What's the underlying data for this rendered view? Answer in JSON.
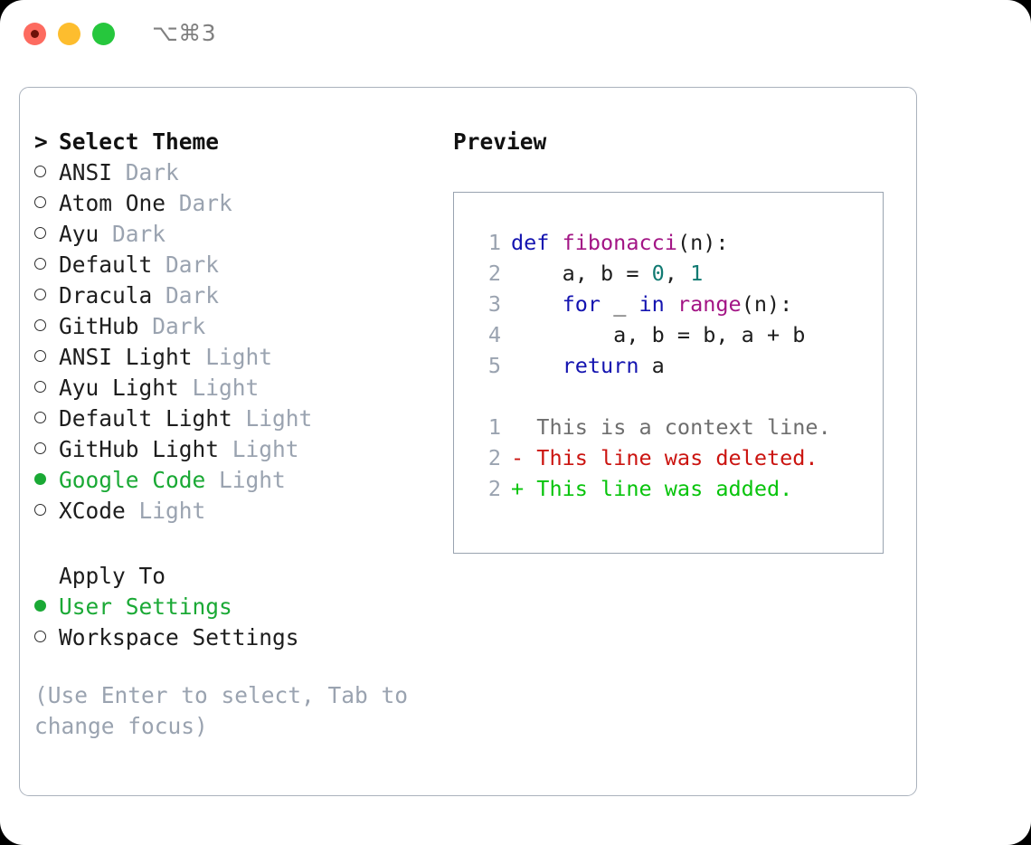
{
  "titlebar": {
    "shortcut": "⌥⌘3",
    "controls": [
      {
        "name": "close",
        "color": "#fd6b60"
      },
      {
        "name": "minimize",
        "color": "#fdbd2e"
      },
      {
        "name": "maximize",
        "color": "#26c73d"
      }
    ]
  },
  "theme_picker": {
    "heading": "Select Theme",
    "heading_marker": ">",
    "items": [
      {
        "name": "ANSI",
        "variant": "Dark",
        "selected": false
      },
      {
        "name": "Atom One",
        "variant": "Dark",
        "selected": false
      },
      {
        "name": "Ayu",
        "variant": "Dark",
        "selected": false
      },
      {
        "name": "Default",
        "variant": "Dark",
        "selected": false
      },
      {
        "name": "Dracula",
        "variant": "Dark",
        "selected": false
      },
      {
        "name": "GitHub",
        "variant": "Dark",
        "selected": false
      },
      {
        "name": "ANSI Light",
        "variant": "Light",
        "selected": false
      },
      {
        "name": "Ayu Light",
        "variant": "Light",
        "selected": false
      },
      {
        "name": "Default Light",
        "variant": "Light",
        "selected": false
      },
      {
        "name": "GitHub Light",
        "variant": "Light",
        "selected": false
      },
      {
        "name": "Google Code",
        "variant": "Light",
        "selected": true
      },
      {
        "name": "XCode",
        "variant": "Light",
        "selected": false
      }
    ]
  },
  "apply_to": {
    "heading": "Apply To",
    "options": [
      {
        "name": "User Settings",
        "selected": true
      },
      {
        "name": "Workspace Settings",
        "selected": false
      }
    ]
  },
  "hint": "(Use Enter to select, Tab to change focus)",
  "preview": {
    "label": "Preview",
    "code_lines": [
      {
        "no": "1",
        "tokens": [
          {
            "t": "def ",
            "c": "tok-kw"
          },
          {
            "t": "fibonacci",
            "c": "tok-fn"
          },
          {
            "t": "(n):",
            "c": "tok-pln"
          }
        ]
      },
      {
        "no": "2",
        "tokens": [
          {
            "t": "    a, b = ",
            "c": "tok-pln"
          },
          {
            "t": "0",
            "c": "tok-num"
          },
          {
            "t": ", ",
            "c": "tok-pln"
          },
          {
            "t": "1",
            "c": "tok-num"
          }
        ]
      },
      {
        "no": "3",
        "tokens": [
          {
            "t": "    ",
            "c": "tok-pln"
          },
          {
            "t": "for",
            "c": "tok-kw"
          },
          {
            "t": " _ ",
            "c": "tok-pln"
          },
          {
            "t": "in",
            "c": "tok-kw"
          },
          {
            "t": " ",
            "c": "tok-pln"
          },
          {
            "t": "range",
            "c": "tok-fn"
          },
          {
            "t": "(n):",
            "c": "tok-pln"
          }
        ]
      },
      {
        "no": "4",
        "tokens": [
          {
            "t": "        a, b = b, a + b",
            "c": "tok-pln"
          }
        ]
      },
      {
        "no": "5",
        "tokens": [
          {
            "t": "    ",
            "c": "tok-pln"
          },
          {
            "t": "return",
            "c": "tok-kw"
          },
          {
            "t": " a",
            "c": "tok-pln"
          }
        ]
      }
    ],
    "diff_lines": [
      {
        "no": "1",
        "sign": " ",
        "text": "This is a context line.",
        "kind": "diff-ctx"
      },
      {
        "no": "2",
        "sign": "-",
        "text": "This line was deleted.",
        "kind": "diff-del"
      },
      {
        "no": "2",
        "sign": "+",
        "text": "This line was added.",
        "kind": "diff-add"
      }
    ]
  },
  "colors": {
    "accent_selected": "#1aa935",
    "muted_text": "#9aa3b0",
    "border": "#aab2bd",
    "keyword": "#1414b0",
    "function": "#a31585",
    "number": "#117a72",
    "diff_added": "#08c40c",
    "diff_deleted": "#cb1410"
  }
}
